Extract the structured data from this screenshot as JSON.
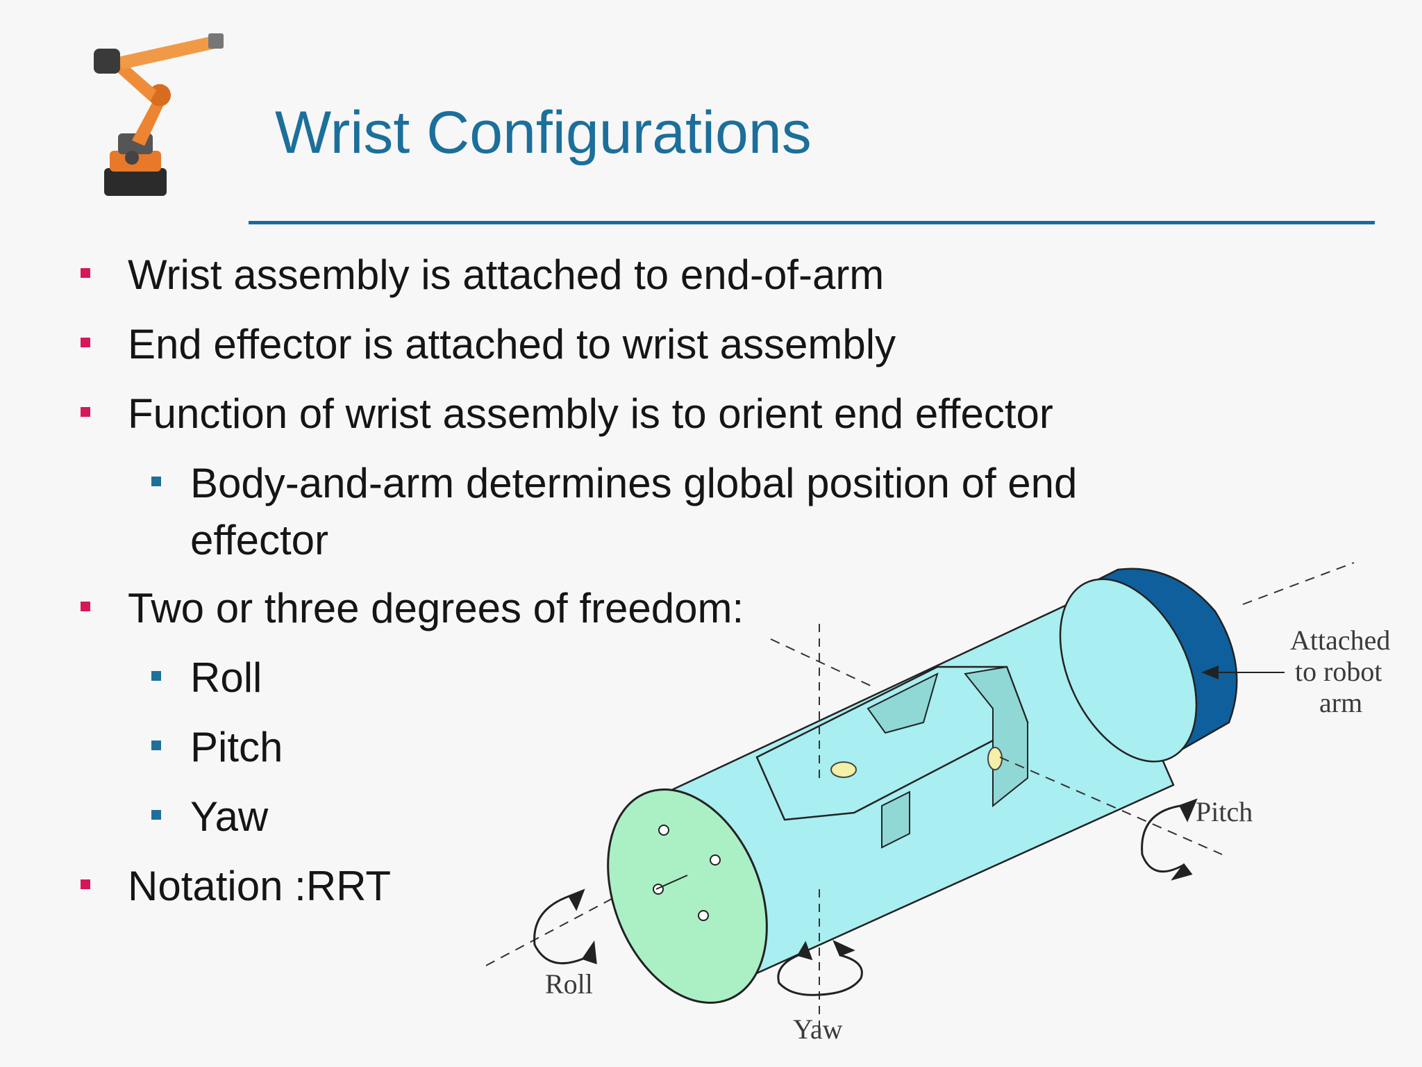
{
  "slide": {
    "title": "Wrist Configurations",
    "bullets": [
      {
        "level": 1,
        "text": "Wrist assembly is attached to end-of-arm"
      },
      {
        "level": 1,
        "text": "End effector is attached to wrist assembly"
      },
      {
        "level": 1,
        "text": "Function of wrist assembly is to orient end effector"
      },
      {
        "level": 2,
        "text": "Body-and-arm determines global position of end",
        "continuation": "effector"
      },
      {
        "level": 1,
        "text": "Two or three degrees of freedom:"
      },
      {
        "level": 2,
        "text": "Roll"
      },
      {
        "level": 2,
        "text": "Pitch"
      },
      {
        "level": 2,
        "text": "Yaw"
      },
      {
        "level": 1,
        "text": "Notation :RRT"
      }
    ]
  },
  "diagram": {
    "labels": {
      "attached_line1": "Attached",
      "attached_line2": "to robot",
      "attached_line3": "arm",
      "pitch": "Pitch",
      "roll": "Roll",
      "yaw": "Yaw"
    }
  },
  "colors": {
    "title": "#1c6f9a",
    "rule": "#1a6a9c",
    "bullet_level1": "#d6175b",
    "bullet_level2": "#1f6f9b",
    "cylinder_body": "#a9eef0",
    "cylinder_cap": "#0e5f9c",
    "end_plate": "#aaf0c4"
  },
  "icons": {
    "logo": "industrial-robot-arm-icon"
  }
}
